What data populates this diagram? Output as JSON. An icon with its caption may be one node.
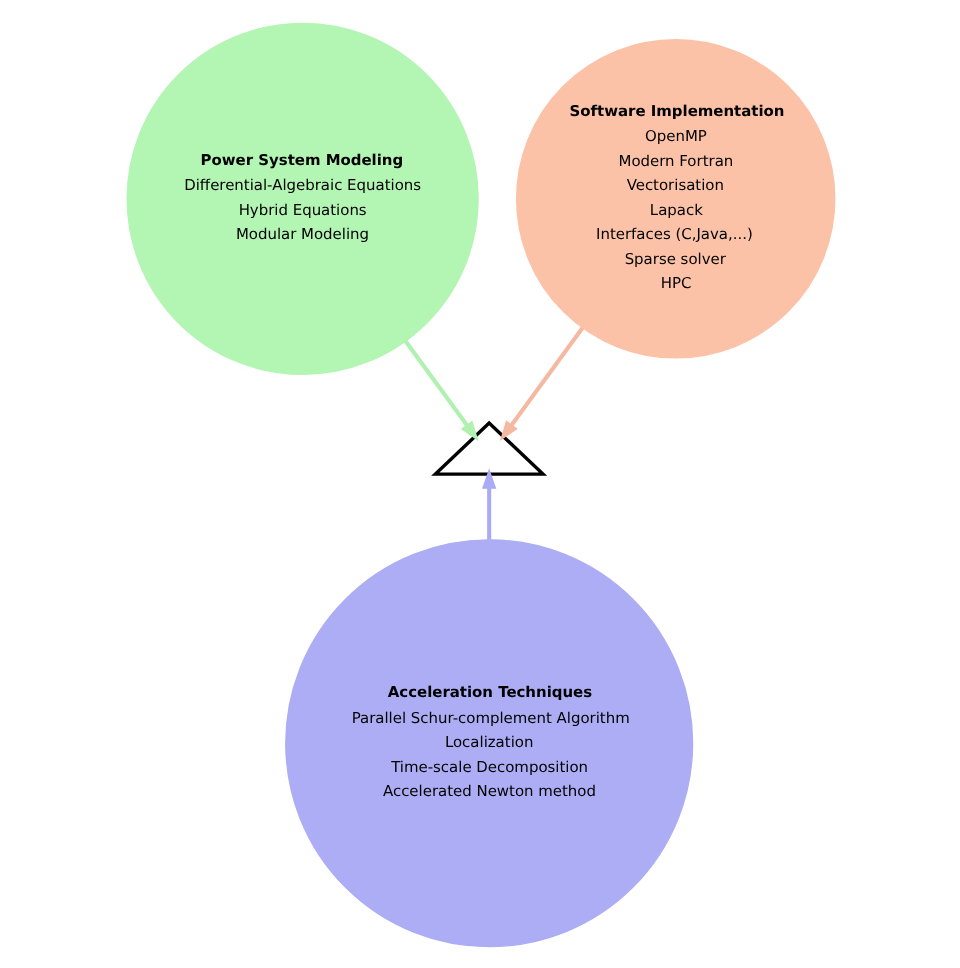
{
  "diagram": {
    "nodes": [
      {
        "text": [
          "Power System Modeling",
          "Differential-Algebraic Equations",
          "Hybrid Equations",
          "Modular Modeling"
        ]
      },
      {
        "text": [
          "Software Implementation",
          "OpenMP",
          "Modern Fortran",
          "Vectorisation",
          "Lapack",
          "Interfaces (C,Java,...)",
          "Sparse solver",
          "HPC"
        ]
      },
      {
        "text": [],
        "shape": "triangle"
      },
      {
        "text": [
          "Acceleration Techniques",
          "Parallel Schur-complement Algorithm",
          "Localization",
          "Time-scale Decomposition",
          "Accelerated Newton method"
        ]
      }
    ],
    "edges": [
      {
        "from": 0,
        "to": 2,
        "arrow": "to",
        "color": "#b0f0b0"
      },
      {
        "from": 1,
        "to": 2,
        "arrow": "to",
        "color": "#f5b8a0"
      },
      {
        "from": 3,
        "to": 2,
        "arrow": "to",
        "color": "#aaaaf5"
      }
    ]
  }
}
